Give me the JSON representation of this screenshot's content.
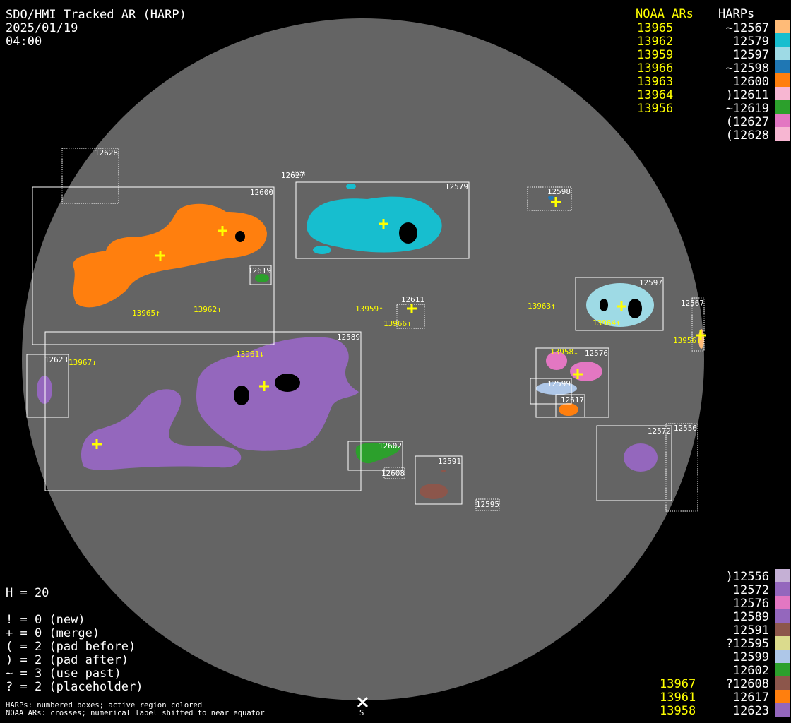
{
  "header": {
    "title": "SDO/HMI Tracked AR (HARP)",
    "date": "2025/01/19",
    "time": "04:00"
  },
  "legend_top": {
    "noaa_title": "NOAA ARs",
    "harps_title": "HARPs",
    "noaa": [
      "13965",
      "13962",
      "13959",
      "13966",
      "13963",
      "13964",
      "13956"
    ],
    "harps": [
      {
        "label": "~12567",
        "color": "#ffbb78"
      },
      {
        "label": "12579",
        "color": "#17becf"
      },
      {
        "label": "12597",
        "color": "#9edae5"
      },
      {
        "label": "~12598",
        "color": "#1f77b4"
      },
      {
        "label": "12600",
        "color": "#ff7f0e"
      },
      {
        "label": ")12611",
        "color": "#f7b6d2"
      },
      {
        "label": "~12619",
        "color": "#2ca02c"
      },
      {
        "label": "(12627",
        "color": "#e377c2"
      },
      {
        "label": "(12628",
        "color": "#f7b6d2"
      }
    ]
  },
  "legend_bottom": {
    "noaa": [
      "13967",
      "13961",
      "13958"
    ],
    "harps": [
      {
        "label": ")12556",
        "color": "#c5b0d5"
      },
      {
        "label": "12572",
        "color": "#9467bd"
      },
      {
        "label": "12576",
        "color": "#e377c2"
      },
      {
        "label": "12589",
        "color": "#9467bd"
      },
      {
        "label": "12591",
        "color": "#8c564b"
      },
      {
        "label": "?12595",
        "color": "#dbdb8d"
      },
      {
        "label": "12599",
        "color": "#aec7e8"
      },
      {
        "label": "12602",
        "color": "#2ca02c"
      },
      {
        "label": "?12608",
        "color": "#8c564b"
      },
      {
        "label": "12617",
        "color": "#ff7f0e"
      },
      {
        "label": "12623",
        "color": "#9467bd"
      }
    ]
  },
  "stats": {
    "h": "H = 20",
    "lines": [
      "! = 0 (new)",
      "+ = 0 (merge)",
      "( = 2 (pad before)",
      ") = 2 (pad after)",
      "~ = 3 (use past)",
      "? = 2 (placeholder)"
    ]
  },
  "footer": {
    "line1": "HARPs: numbered boxes; active region colored",
    "line2": "NOAA ARs: crosses; numerical label shifted to near equator",
    "south": "S"
  },
  "disk": {
    "color": "#646464"
  },
  "harp_labels": {
    "h12628": "12628",
    "h12627": "12627",
    "h12600": "12600",
    "h12579": "12579",
    "h12598": "12598",
    "h12619": "12619",
    "h12597": "12597",
    "h12567": "12567",
    "h12611": "12611",
    "h12589": "12589",
    "h12623": "12623",
    "h12576": "12576",
    "h12599": "12599",
    "h12617": "12617",
    "h12572": "12572",
    "h12556": "12556",
    "h12602": "12602",
    "h12608": "12608",
    "h12591": "12591",
    "h12595": "12595"
  },
  "noaa_labels": {
    "n13965": "13965↑",
    "n13962": "13962↑",
    "n13959": "13959↑",
    "n13966": "13966↑",
    "n13963": "13963↑",
    "n13964": "13964↑",
    "n13956": "13956↓",
    "n13958": "13958↓",
    "n13961": "13961↓",
    "n13967": "13967↓"
  }
}
